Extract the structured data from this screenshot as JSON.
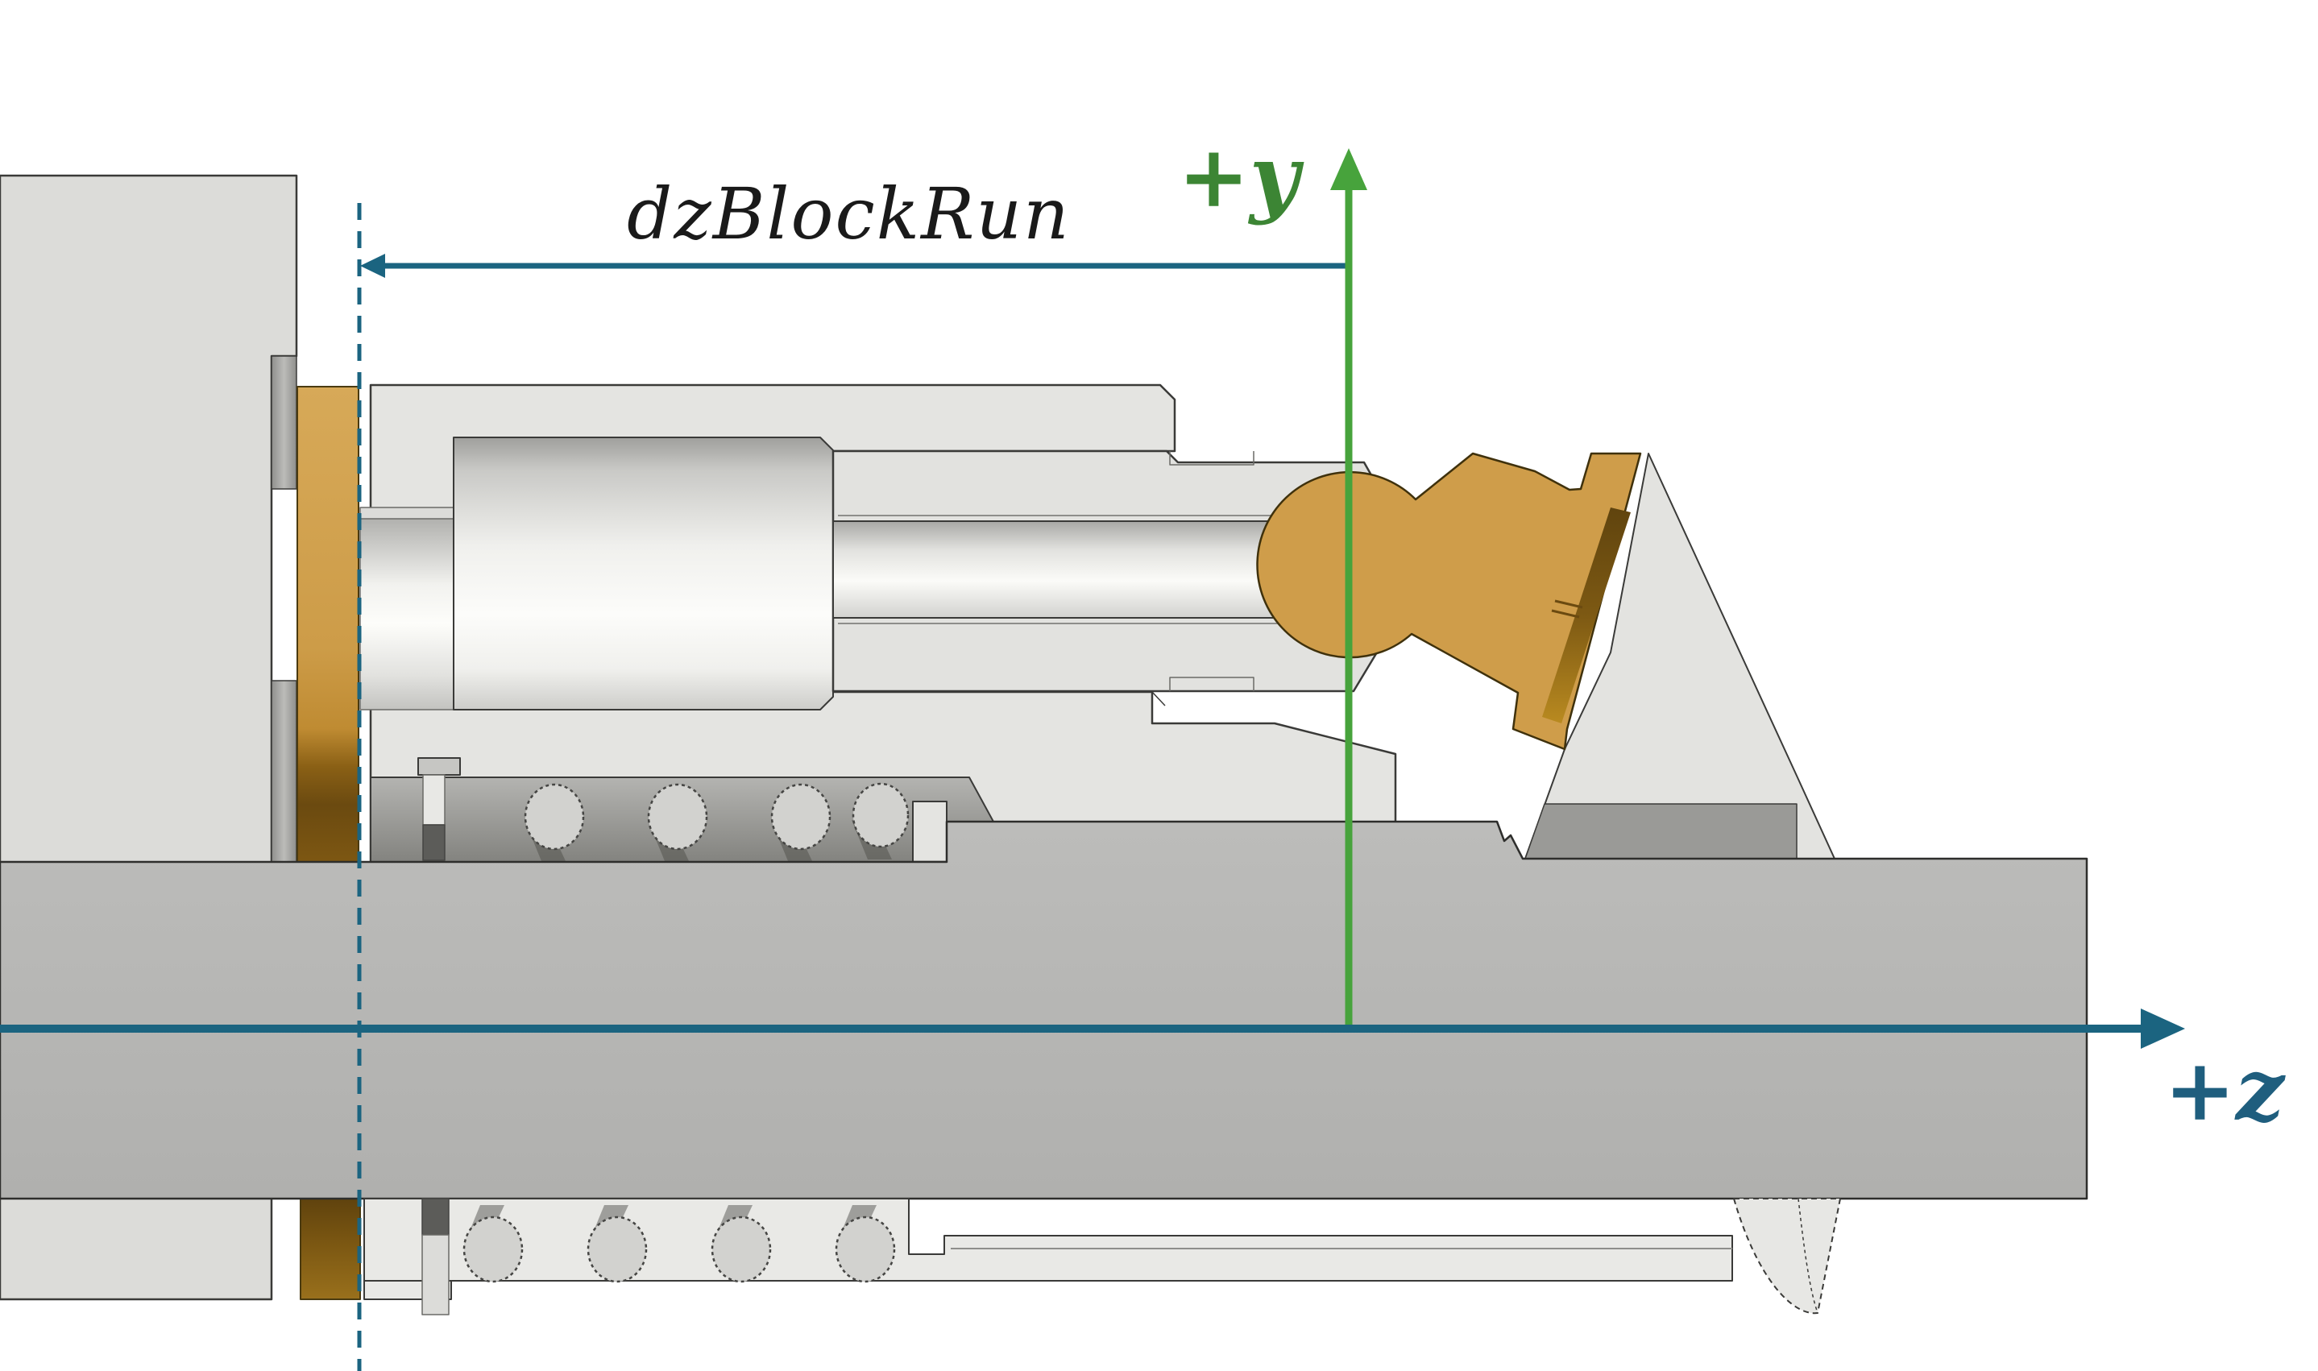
{
  "diagram": {
    "dimension_label": "dzBlockRun",
    "y_axis_label": "+y",
    "z_axis_label": "+z"
  },
  "colors": {
    "background": "#ffffff",
    "teal": "#1b6480",
    "teal-label": "#1f5e7e",
    "green": "#47a33c",
    "green-label": "#3c8534",
    "dimension-text": "#1a1a1a",
    "brass": "#cf9d4a",
    "brass-dark": "#6b4a10",
    "steel-cream": "#e4e4e1",
    "steel-light": "#dcdcd9",
    "steel-mid": "#b7b7b4",
    "steel-dark": "#9a9a97",
    "outline": "#3a3a38"
  }
}
